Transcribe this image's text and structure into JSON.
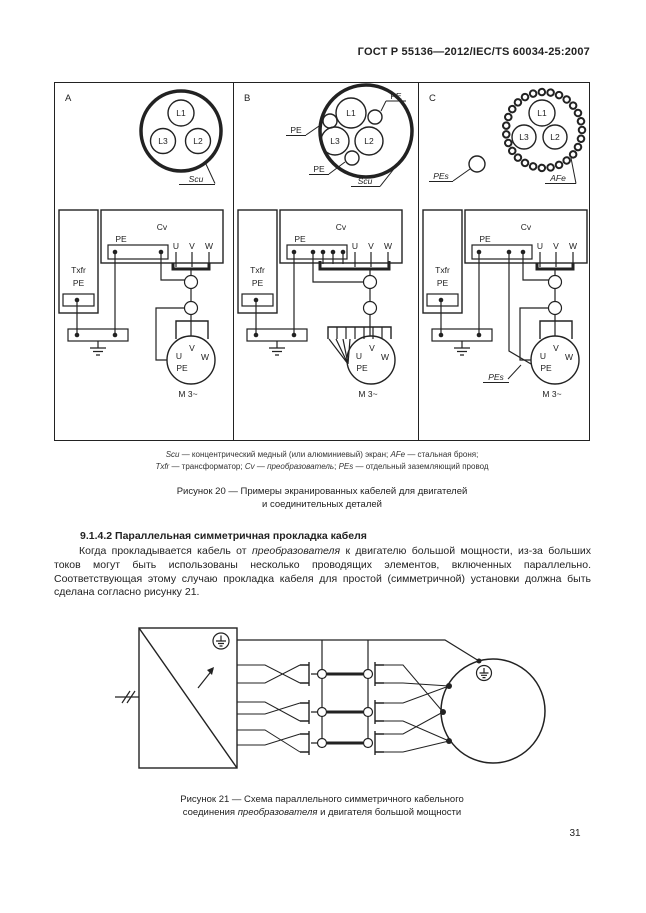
{
  "header": {
    "title": "ГОСТ Р 55136—2012/IEC/TS 60034-25:2007"
  },
  "page_number": "31",
  "figure20": {
    "panels": [
      {
        "letter": "A"
      },
      {
        "letter": "B"
      },
      {
        "letter": "C"
      }
    ],
    "labels": {
      "l1": "L1",
      "l2": "L2",
      "l3": "L3",
      "scu": "Scu",
      "afe": "AFe",
      "pe": "PE",
      "pes": "PEs",
      "txfr": "Txfr",
      "cv": "Cv",
      "u": "U",
      "v": "V",
      "w": "W",
      "motor": "M 3~"
    },
    "legend_lines": [
      [
        {
          "t": "Scu",
          "i": true
        },
        {
          "t": " — концентрический медный (или алюминиевый) экран; "
        },
        {
          "t": "AFe",
          "i": true
        },
        {
          "t": " — стальная броня;"
        }
      ],
      [
        {
          "t": "Txfr",
          "i": true
        },
        {
          "t": " — трансформатор; "
        },
        {
          "t": "Cv",
          "i": true
        },
        {
          "t": " — "
        },
        {
          "t": "преобразователь",
          "i": true
        },
        {
          "t": "; "
        },
        {
          "t": "PEs",
          "i": true
        },
        {
          "t": " — отдельный заземляющий провод"
        }
      ]
    ],
    "caption_lines": [
      "Рисунок 20 — Примеры экранированных кабелей для двигателей",
      "и соединительных деталей"
    ]
  },
  "section": {
    "heading": "9.1.4.2 Параллельная симметричная прокладка кабеля",
    "paragraph": [
      {
        "t": "Когда прокладывается кабель от "
      },
      {
        "t": "преобразователя",
        "i": true
      },
      {
        "t": " к двигателю большой мощности, из-за больших токов могут быть использованы несколько проводящих элементов, включенных параллельно. Соответствующая этому случаю прокладка кабеля для простой (симметричной) установки должна быть сделана согласно рисунку 21."
      }
    ]
  },
  "figure21": {
    "caption_line1": "Рисунок 21 — Схема параллельного симметричного кабельного",
    "caption_line2": [
      {
        "t": "соединения "
      },
      {
        "t": "преобразователя",
        "i": true
      },
      {
        "t": " и двигателя большой мощности"
      }
    ]
  }
}
